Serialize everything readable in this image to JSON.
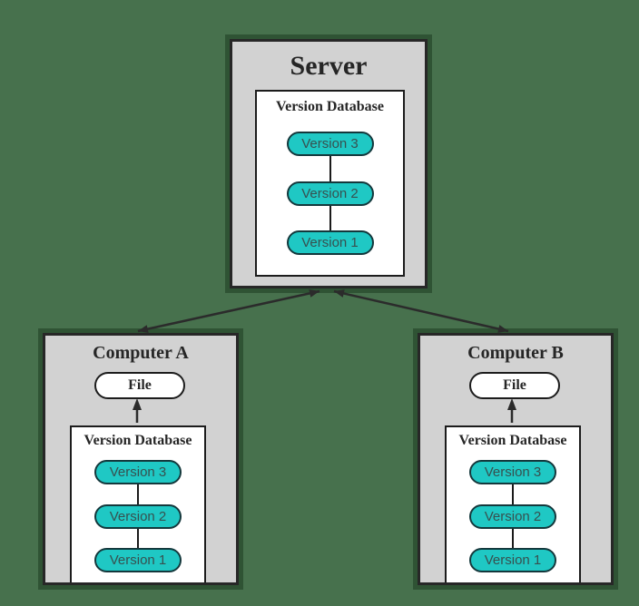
{
  "colors": {
    "background": "#47714d",
    "machine_fill": "#d2d2d2",
    "machine_border": "#272727",
    "panel_fill": "#ffffff",
    "version_fill": "#1fc8c4",
    "version_border": "#14383c",
    "wire": "#2b2b2b"
  },
  "server": {
    "title": "Server",
    "database": {
      "title": "Version Database",
      "versions": [
        "Version 3",
        "Version 2",
        "Version 1"
      ]
    }
  },
  "computers": [
    {
      "title": "Computer A",
      "file_label": "File",
      "database": {
        "title": "Version Database",
        "versions": [
          "Version 3",
          "Version 2",
          "Version 1"
        ]
      }
    },
    {
      "title": "Computer B",
      "file_label": "File",
      "database": {
        "title": "Version Database",
        "versions": [
          "Version 3",
          "Version 2",
          "Version 1"
        ]
      }
    }
  ]
}
